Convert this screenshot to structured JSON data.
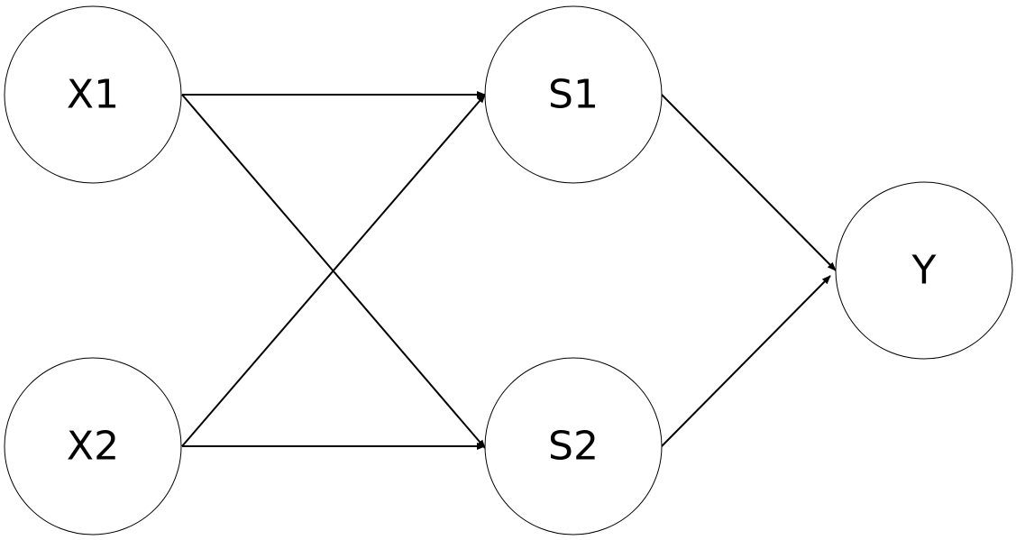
{
  "nodes": [
    {
      "id": "X1",
      "label": "X1"
    },
    {
      "id": "X2",
      "label": "X2"
    },
    {
      "id": "S1",
      "label": "S1"
    },
    {
      "id": "S2",
      "label": "S2"
    },
    {
      "id": "Y",
      "label": "Y"
    }
  ],
  "edges": [
    {
      "from": "X1",
      "to": "S1"
    },
    {
      "from": "X1",
      "to": "S2"
    },
    {
      "from": "X2",
      "to": "S1"
    },
    {
      "from": "X2",
      "to": "S2"
    },
    {
      "from": "S1",
      "to": "Y"
    },
    {
      "from": "S2",
      "to": "Y"
    }
  ],
  "colors": {
    "stroke": "#000000",
    "background": "#ffffff"
  }
}
